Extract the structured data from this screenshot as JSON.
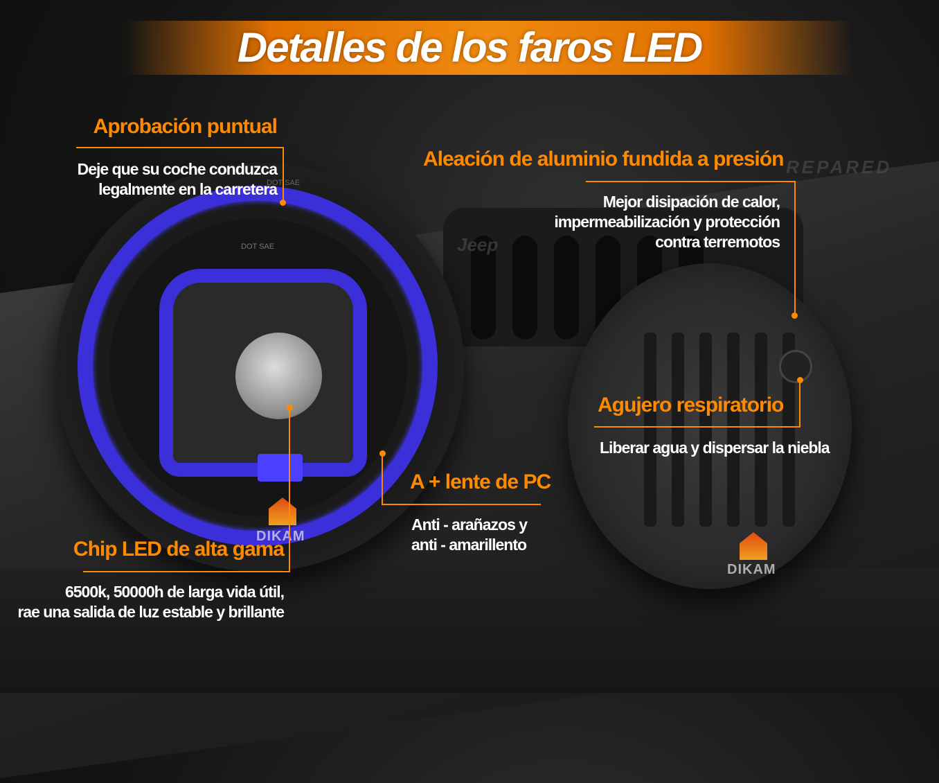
{
  "title": "Detalles de los faros LED",
  "background_text": {
    "jeep": "Jeep",
    "prepared": "REPARED"
  },
  "lamp_markings": {
    "top": "DOT SAE",
    "inner": "DOT SAE"
  },
  "brand": {
    "left_logo": "DIKAM",
    "right_logo": "DIKAM"
  },
  "callouts": [
    {
      "heading": "Aprobación puntual",
      "text": [
        "Deje que su coche conduzca",
        "legalmente en la carretera"
      ]
    },
    {
      "heading": "Aleación de aluminio fundida a presión",
      "text": [
        "Mejor disipación de calor,",
        "impermeabilización y protección",
        "contra terremotos"
      ]
    },
    {
      "heading": "Agujero respiratorio",
      "text": [
        "Liberar agua y dispersar la niebla"
      ]
    },
    {
      "heading": "A + lente de PC",
      "text": [
        "Anti - arañazos y",
        "anti - amarillento"
      ]
    },
    {
      "heading": "Chip LED de alta gama",
      "text": [
        "6500k, 50000h de larga vida útil,",
        "rae una salida de luz estable y brillante"
      ]
    }
  ],
  "colors": {
    "accent": "#ff8a00",
    "led_blue": "#3a2fd8"
  }
}
